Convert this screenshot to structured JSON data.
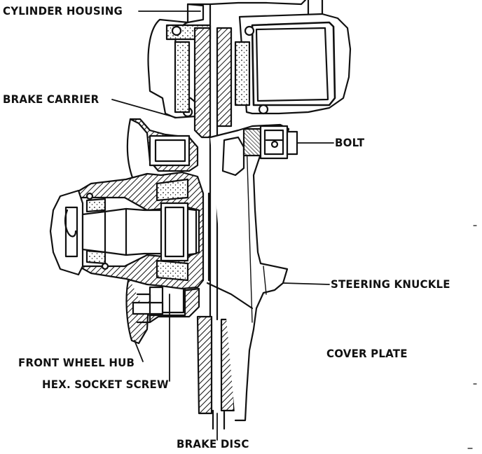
{
  "labels": {
    "cylinder_housing": "CYLINDER HOUSING",
    "brake_carrier": "BRAKE CARRIER",
    "bolt": "BOLT",
    "steering_knuckle": "STEERING KNUCKLE",
    "cover_plate": "COVER PLATE",
    "front_wheel_hub": "FRONT WHEEL HUB",
    "hex_socket_screw": "HEX. SOCKET SCREW",
    "brake_disc": "BRAKE DISC"
  },
  "colors": {
    "ink": "#111111",
    "paper": "#ffffff"
  }
}
